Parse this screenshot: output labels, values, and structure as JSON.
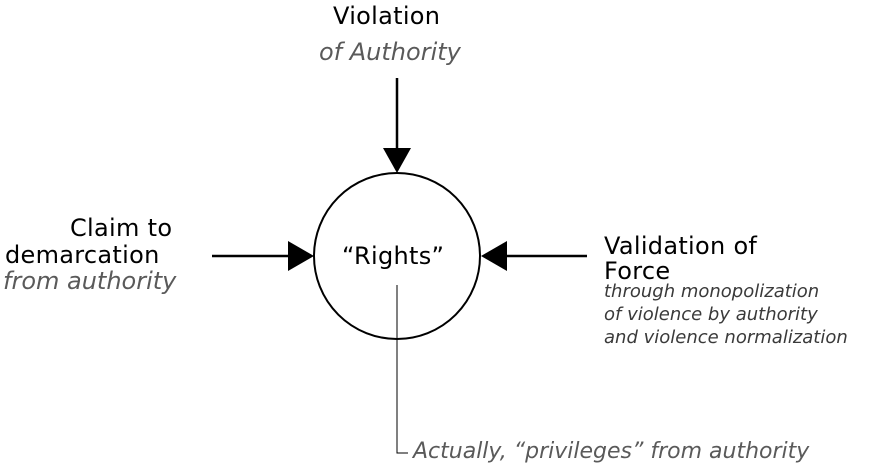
{
  "center": {
    "label": "“Rights”"
  },
  "top": {
    "title": "Violation",
    "subtitle": "of Authority"
  },
  "left": {
    "title_line1": "Claim to",
    "title_line2": "demarcation",
    "subtitle": "from authority"
  },
  "right": {
    "title_line1": "Validation of",
    "title_line2": "Force",
    "subtitle_lines": [
      "through monopolization",
      "of violence by authority",
      "and violence normalization"
    ]
  },
  "bottom": {
    "note": "Actually, “privileges” from authority"
  }
}
